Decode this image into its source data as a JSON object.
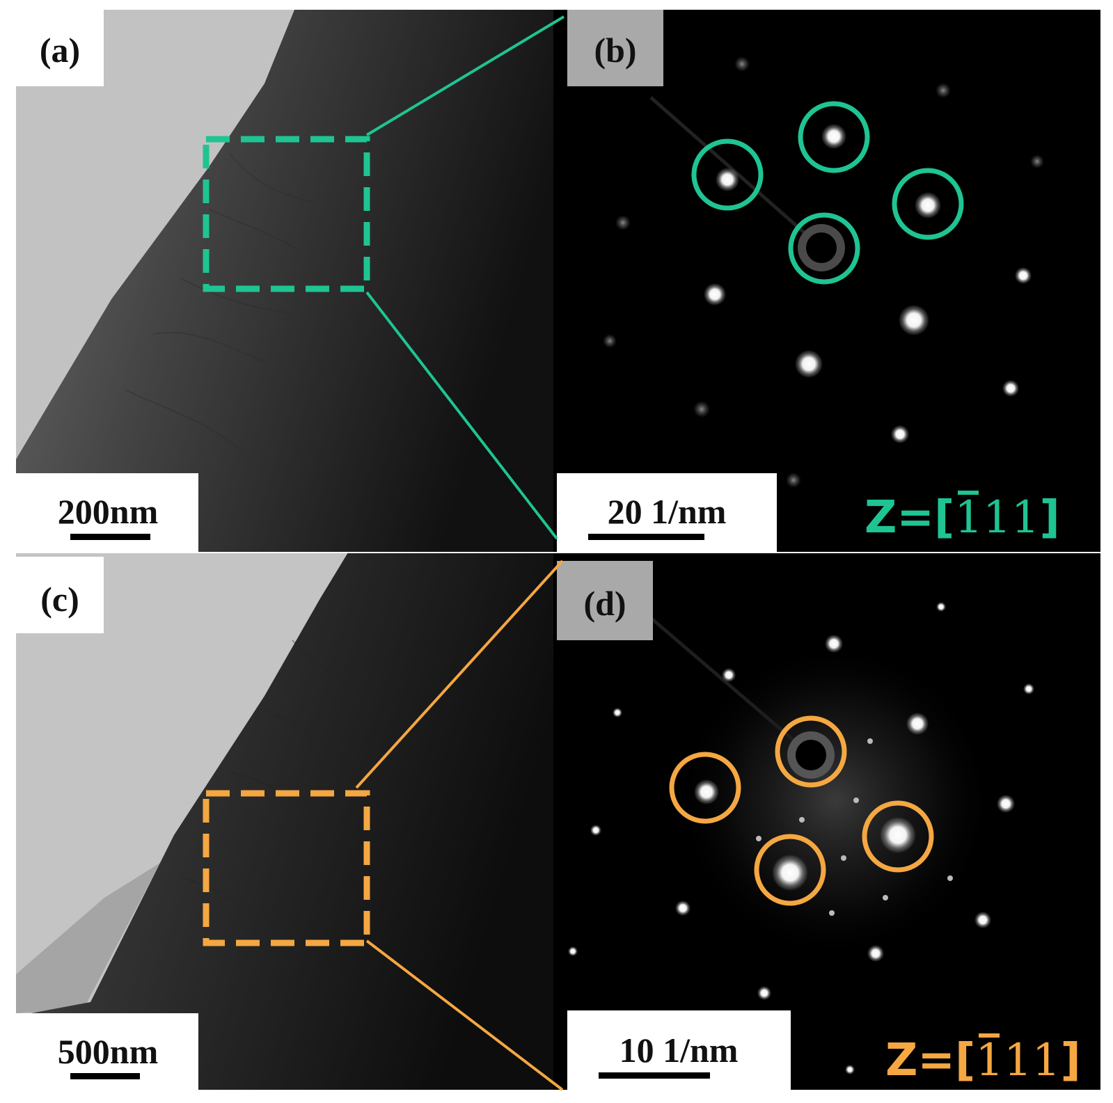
{
  "figure": {
    "panels": [
      {
        "id": "a",
        "label": "(a)",
        "type": "bright-field TEM image",
        "scale_bar": "200nm"
      },
      {
        "id": "b",
        "label": "(b)",
        "type": "selected area electron diffraction pattern",
        "scale_bar": "20 1/nm",
        "zone_axis": {
          "prefix": "Z=[",
          "index_bar": "1",
          "index_rest": "11",
          "suffix": "]"
        }
      },
      {
        "id": "c",
        "label": "(c)",
        "type": "bright-field TEM image",
        "scale_bar": "500nm"
      },
      {
        "id": "d",
        "label": "(d)",
        "type": "selected area electron diffraction pattern",
        "scale_bar": "10 1/nm",
        "zone_axis": {
          "prefix": "Z=[",
          "index_bar": "1",
          "index_rest": "11",
          "suffix": "]"
        }
      }
    ],
    "colors": {
      "top_highlight": "#1fc493",
      "bottom_highlight": "#f5a742",
      "label_box": "#ffffff",
      "diffraction_label_box": "#a9a9a9"
    }
  }
}
